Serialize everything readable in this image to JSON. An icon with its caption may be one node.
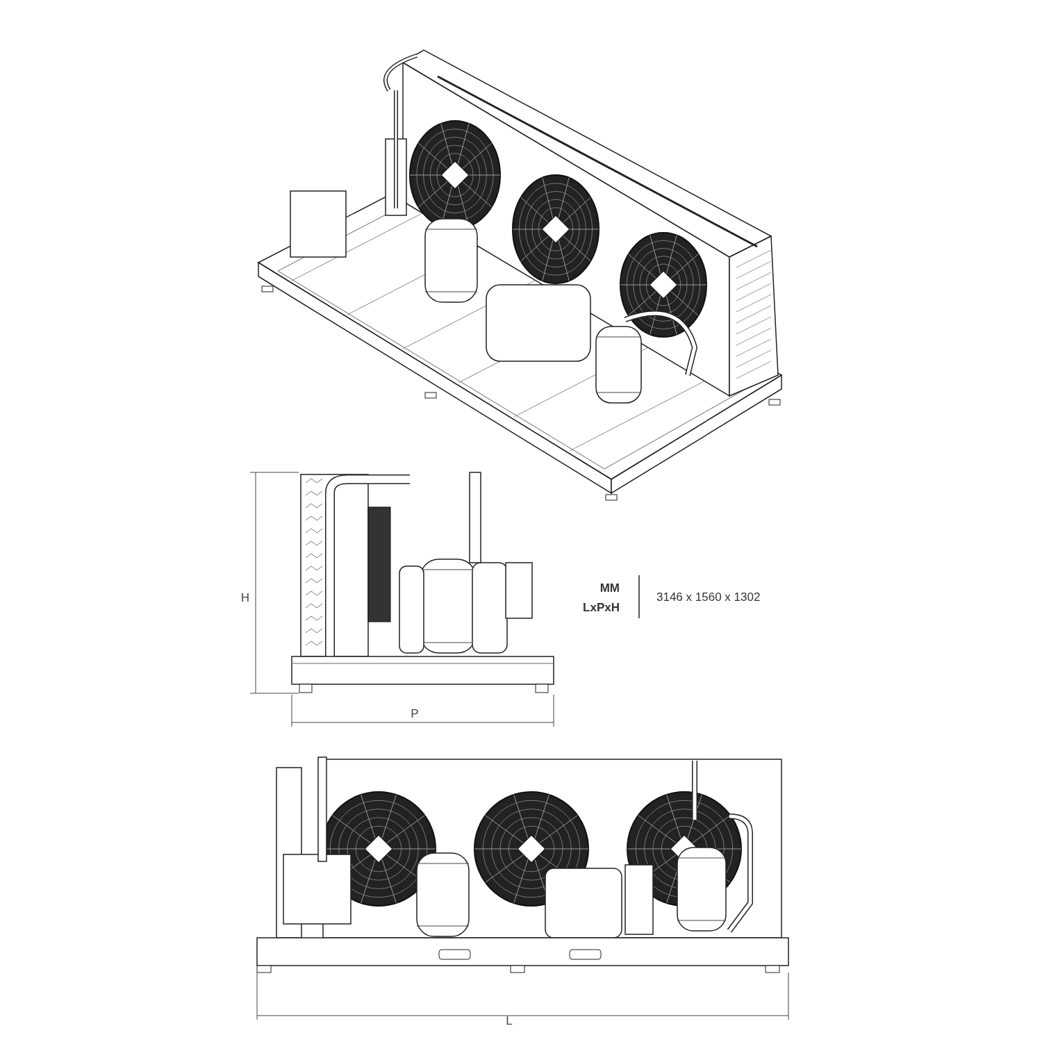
{
  "diagram": {
    "labels": [
      "H",
      "MM",
      "LxPxH",
      "3146 x 1560 x 1302",
      "P",
      "L"
    ]
  }
}
